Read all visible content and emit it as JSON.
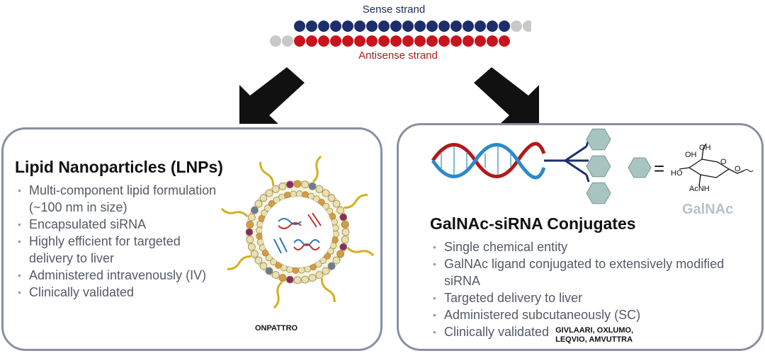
{
  "strands": {
    "sense_label": "Sense strand",
    "antisense_label": "Antisense strand",
    "colors": {
      "sense": "#1c2e6b",
      "antisense": "#c8141e",
      "overhang": "#c8c8c8"
    }
  },
  "lnp_panel": {
    "title": "Lipid Nanoparticles (LNPs)",
    "bullets": [
      "Multi-component lipid formulation (~100 nm in size)",
      "Encapsulated siRNA",
      "Highly efficient for targeted delivery to liver",
      "Administered intravenously (IV)",
      "Clinically validated"
    ],
    "product": "ONPATTRO"
  },
  "galnac_panel": {
    "title": "GalNAc-siRNA Conjugates",
    "bullets": [
      "Single chemical entity",
      "GalNAc ligand conjugated to extensively modified siRNA",
      "Targeted delivery to liver",
      "Administered subcutaneously (SC)",
      "Clinically validated"
    ],
    "products_line1": "GIVLAARI, OXLUMO,",
    "products_line2": "LEQVIO, AMVUTTRA",
    "equals": "=",
    "ligand_name": "GalNAc",
    "chem_labels": {
      "oh1": "OH",
      "oh2": "OH",
      "ho": "HO",
      "acnh": "AcNH",
      "o_ring": "O",
      "o_link": "O"
    },
    "hexagon_color": "#a8c4c0"
  }
}
